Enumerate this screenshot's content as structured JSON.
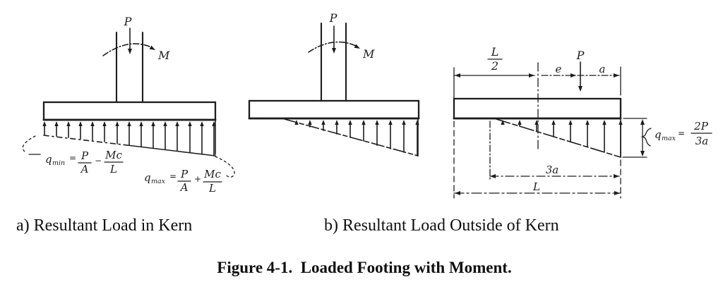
{
  "ink_color": "#1d1d1d",
  "figure_caption": "Figure 4-1.  Loaded Footing with Moment.",
  "panel_a": {
    "caption": "a) Resultant Load in Kern",
    "load_label": "P",
    "moment_label": "M",
    "qmin": {
      "sym": "q",
      "sub": "min",
      "eq": "=",
      "num1": "P",
      "den1": "A",
      "op": "−",
      "num2": "Mc",
      "den2": "L"
    },
    "qmax": {
      "sym": "q",
      "sub": "max",
      "eq": "=",
      "num1": "P",
      "den1": "A",
      "op": "+",
      "num2": "Mc",
      "den2": "L"
    }
  },
  "panel_b": {
    "caption": "b) Resultant Load Outside of Kern",
    "footing_view": {
      "load_label": "P",
      "moment_label": "M"
    },
    "pressure_view": {
      "load_label": "P",
      "half_length": {
        "num": "L",
        "den": "2"
      },
      "eccentricity_label": "e",
      "edge_distance_label": "a",
      "contact_width_label": "3a",
      "footing_length_label": "L",
      "qmax": {
        "sym": "q",
        "sub": "max",
        "eq": "=",
        "num": "2P",
        "den": "3a"
      }
    }
  }
}
